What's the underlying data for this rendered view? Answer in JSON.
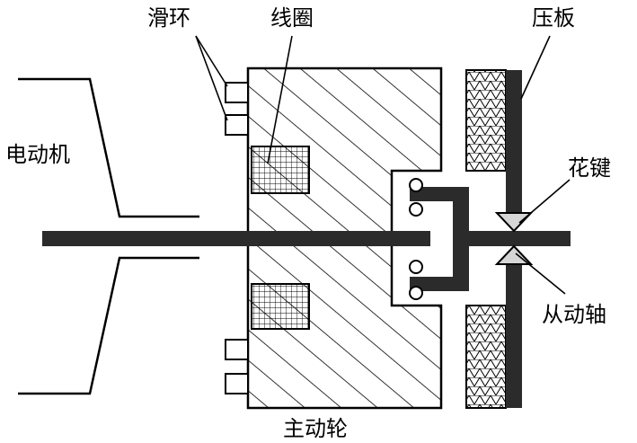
{
  "labels": {
    "slip_ring": "滑环",
    "coil": "线圈",
    "pressure_plate": "压板",
    "motor": "电动机",
    "spline": "花键",
    "driven_shaft": "从动轴",
    "driving_wheel": "主动轮"
  },
  "colors": {
    "line": "#000000",
    "shaft": "#2b2b2b",
    "background": "#ffffff",
    "spline_arrow": "#d6d6d6"
  }
}
